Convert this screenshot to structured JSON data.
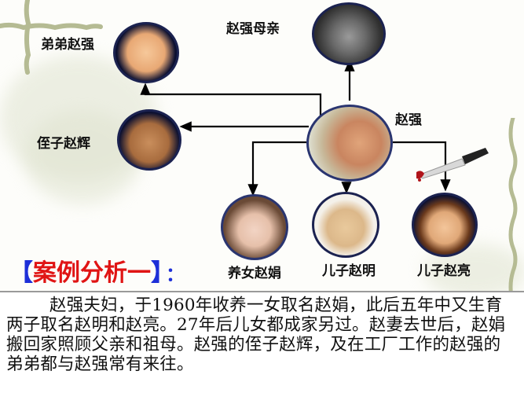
{
  "diagram": {
    "nodes": {
      "mother": {
        "label": "赵强母亲"
      },
      "brother": {
        "label": "弟弟赵强"
      },
      "nephew": {
        "label": "侄子赵辉"
      },
      "center": {
        "label": "赵强"
      },
      "adopted_daughter": {
        "label": "养女赵娟"
      },
      "son_ming": {
        "label": "儿子赵明"
      },
      "son_liang": {
        "label": "儿子赵亮"
      }
    },
    "edges": [
      {
        "from": "赵强",
        "to": "赵强母亲"
      },
      {
        "from": "赵强",
        "to": "弟弟赵强"
      },
      {
        "from": "赵强",
        "to": "侄子赵辉"
      },
      {
        "from": "赵强",
        "to": "养女赵娟"
      },
      {
        "from": "赵强",
        "to": "儿子赵明"
      },
      {
        "from": "赵强",
        "to": "儿子赵亮"
      }
    ],
    "icons": [
      "knife-icon"
    ]
  },
  "heading": {
    "open_bracket": "【",
    "text": "案例分析一",
    "close_bracket": "】",
    "colon": "："
  },
  "case_text": "赵强夫妇，于1960年收养一女取名赵娟，此后五年中又生育两子取名赵明和赵亮。27年后儿女都成家另过。赵妻去世后，赵娟搬回家照顾父亲和祖母。赵强的侄子赵辉，及在工厂工作的赵强的弟弟都与赵强常有来往。",
  "colors": {
    "heading_red": "#e01414",
    "bracket_blue": "#1d2fd8",
    "node_border": "#1b2250"
  }
}
